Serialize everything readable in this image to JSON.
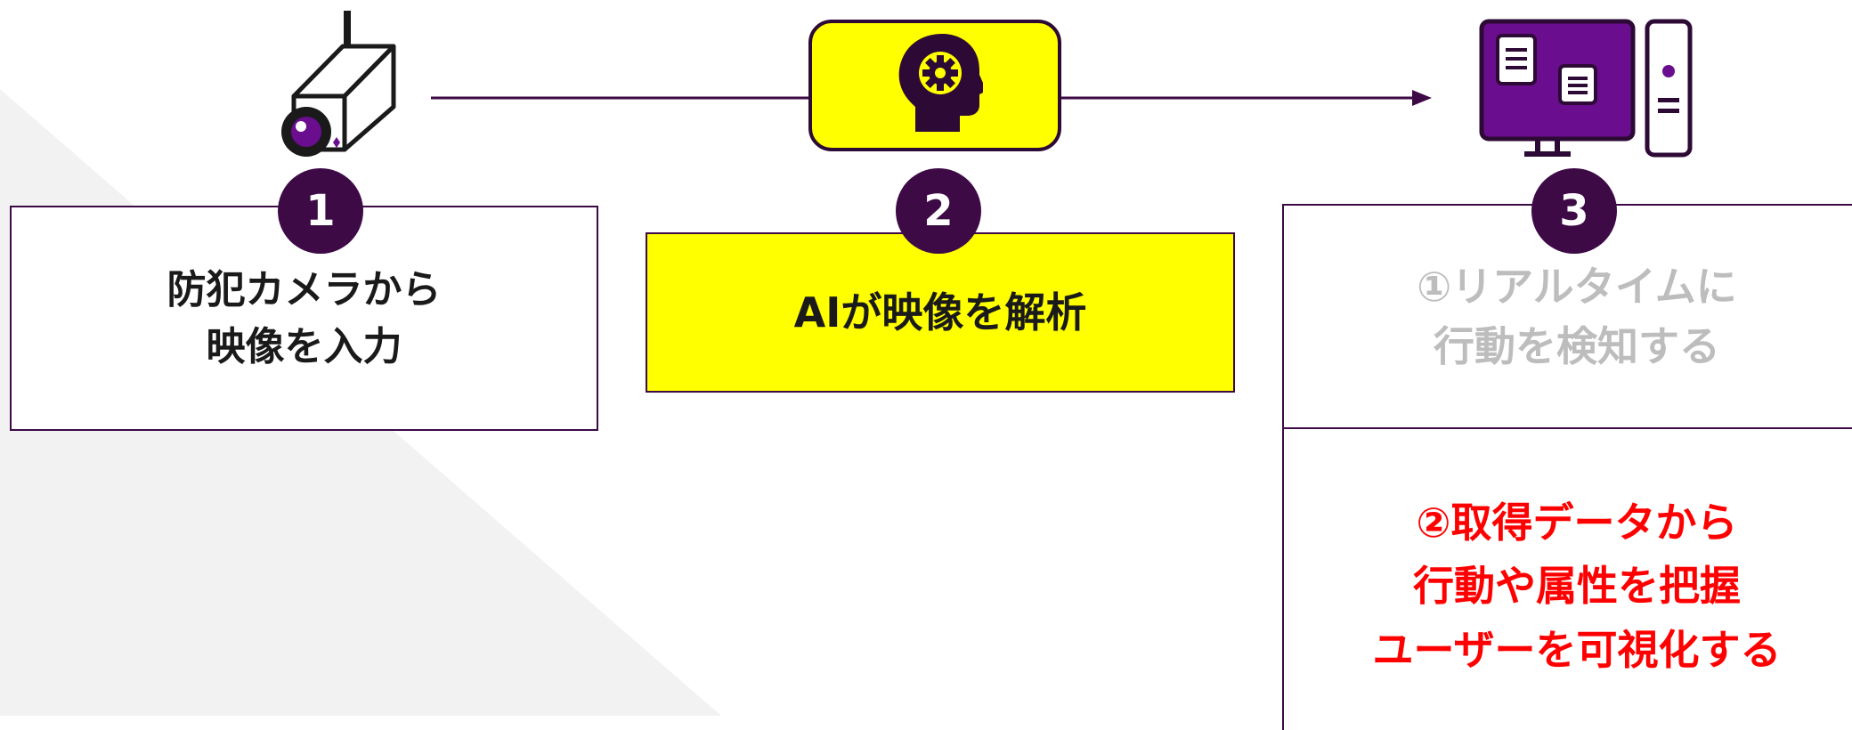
{
  "colors": {
    "accent": "#3d0a46",
    "highlight": "#ffff00",
    "red": "#ff0000",
    "gray_text": "#bdbdbd",
    "monitor": "#6a0d8e"
  },
  "icons": {
    "camera": "security-camera-icon",
    "ai": "ai-head-gear-icon",
    "computer": "desktop-computer-icon"
  },
  "steps": [
    {
      "number": "1",
      "text": "防犯カメラから\n映像を入力"
    },
    {
      "number": "2",
      "text": "AIが映像を解析"
    },
    {
      "number": "3",
      "text": "①リアルタイムに\n行動を検知する",
      "sub_text": "②取得データから\n行動や属性を把握\nユーザーを可視化する"
    }
  ]
}
